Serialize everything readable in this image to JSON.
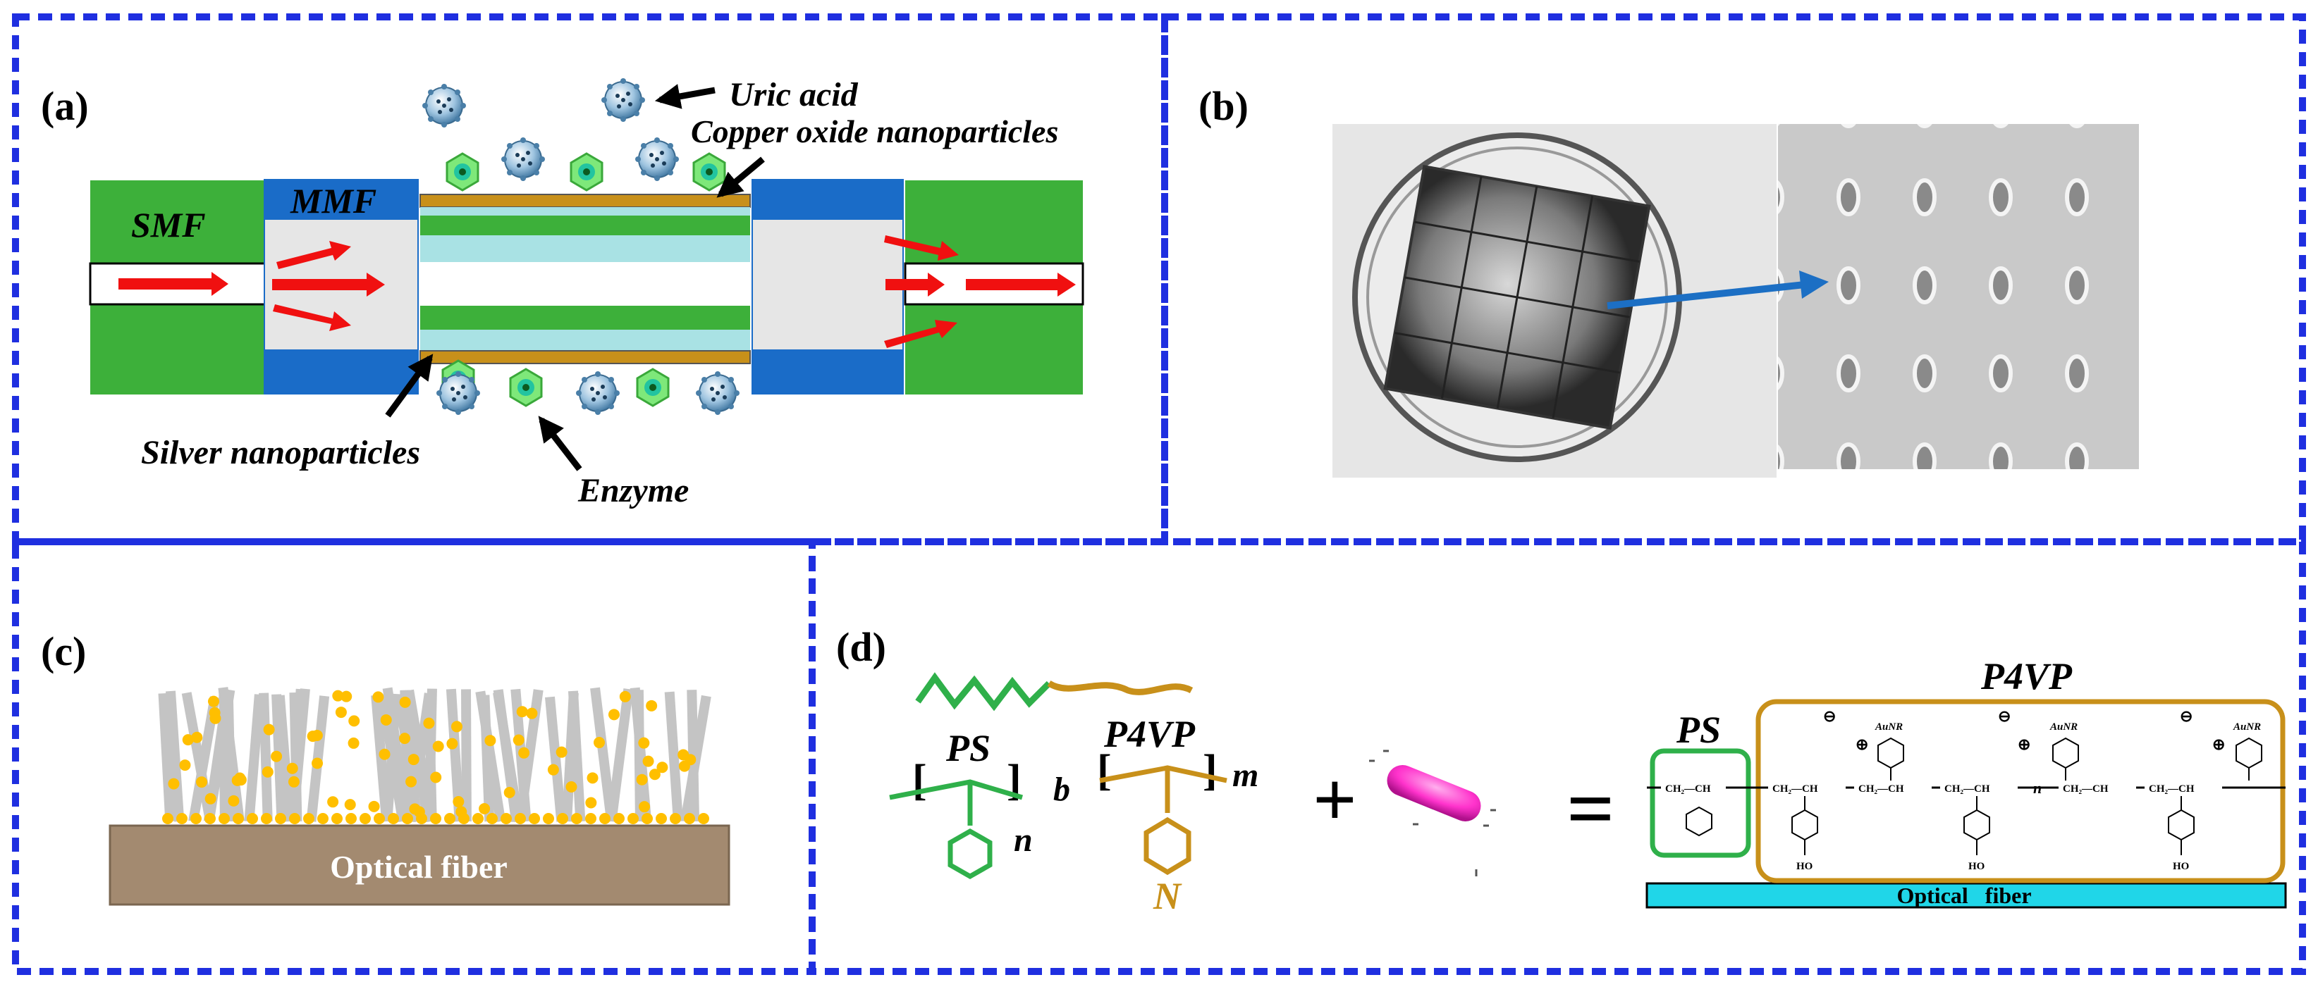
{
  "panels": {
    "a": {
      "label": "(a)",
      "smf": "SMF",
      "mmf": "MMF",
      "uric_acid": "Uric acid",
      "copper_oxide": "Copper oxide nanoparticles",
      "silver": "Silver nanoparticles",
      "enzyme": "Enzyme"
    },
    "b": {
      "label": "(b)"
    },
    "c": {
      "label": "(c)",
      "fiber": "Optical fiber"
    },
    "d": {
      "label": "(d)",
      "ps": "PS",
      "p4vp": "P4VP",
      "b": "b",
      "n": "n",
      "m": "m",
      "N": "N",
      "plus": "+",
      "equals": "=",
      "ps_right": "PS",
      "p4vp_right": "P4VP",
      "fiber": "Optical   fiber",
      "aunr": "AuNR",
      "ho": "HO",
      "ch2ch": "CH₂—CH",
      "ch2": "CH₂",
      "minus": "⊖",
      "plus_sym": "⊕"
    }
  },
  "colors": {
    "border": "#1f2fe0",
    "green": "#3db03a",
    "blue": "#1a6cc8",
    "gray": "#e6e6e6",
    "red": "#f01010",
    "cyan": "#a9e2e4",
    "gold": "#c8901a",
    "brown": "#a38a70",
    "yellow": "#ffbf00",
    "magenta": "#ff33cc",
    "fiber_cyan": "#20d6e8"
  }
}
